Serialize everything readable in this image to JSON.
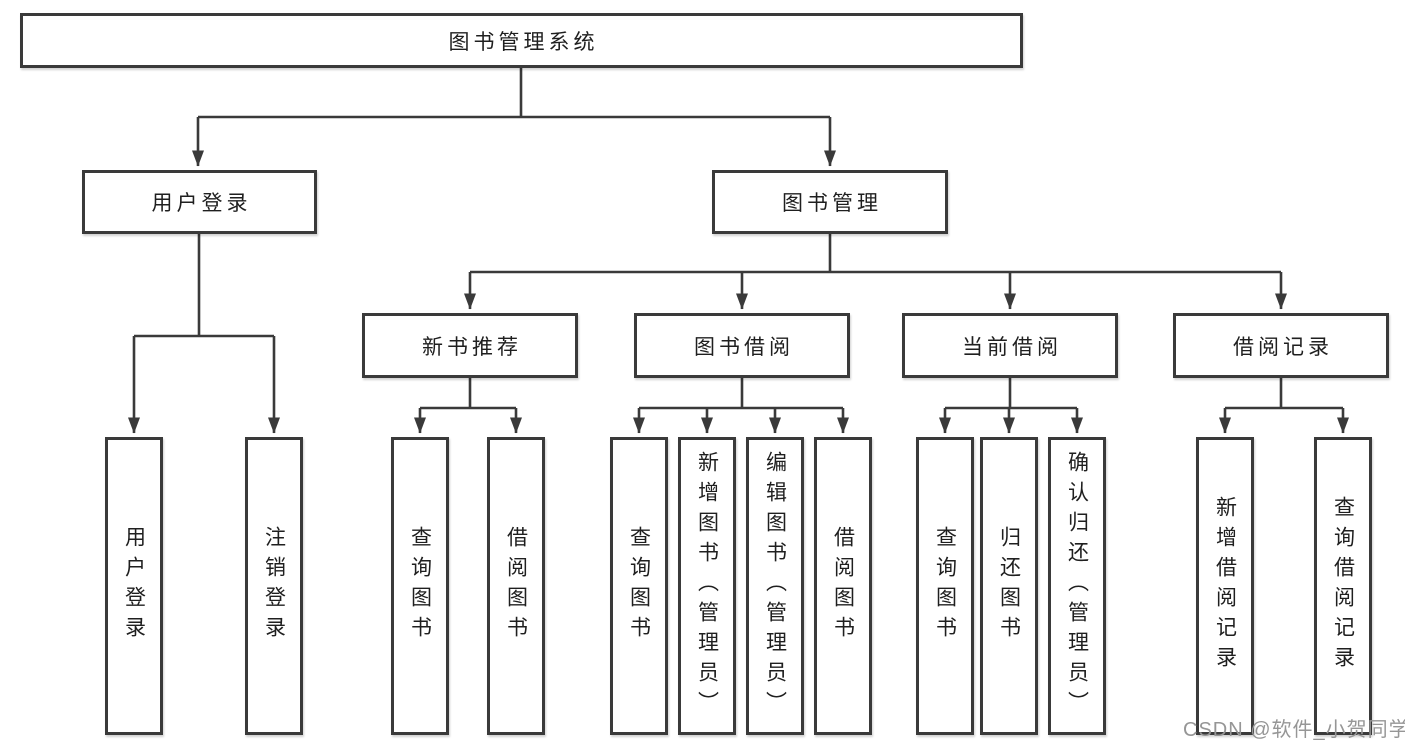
{
  "diagram": {
    "root": {
      "label": "图书管理系统"
    },
    "level2": [
      {
        "label": "用户登录"
      },
      {
        "label": "图书管理"
      }
    ],
    "level3": [
      {
        "label": "新书推荐"
      },
      {
        "label": "图书借阅"
      },
      {
        "label": "当前借阅"
      },
      {
        "label": "借阅记录"
      }
    ],
    "leaves": {
      "user_login": [
        "用户登录",
        "注销登录"
      ],
      "new_book_recommend": [
        "查询图书",
        "借阅图书"
      ],
      "book_borrow": [
        "查询图书",
        "新增图书（管理员）",
        "编辑图书（管理员）",
        "借阅图书"
      ],
      "current_borrow": [
        "查询图书",
        "归还图书",
        "确认归还（管理员）"
      ],
      "borrow_records": [
        "新增借阅记录",
        "查询借阅记录"
      ]
    }
  },
  "watermark": {
    "text": "CSDN @软件_小贺同学"
  },
  "colors": {
    "line": "#3a3a3a",
    "text": "#1f1f1f",
    "watermark": "#969696",
    "background": "#ffffff"
  }
}
